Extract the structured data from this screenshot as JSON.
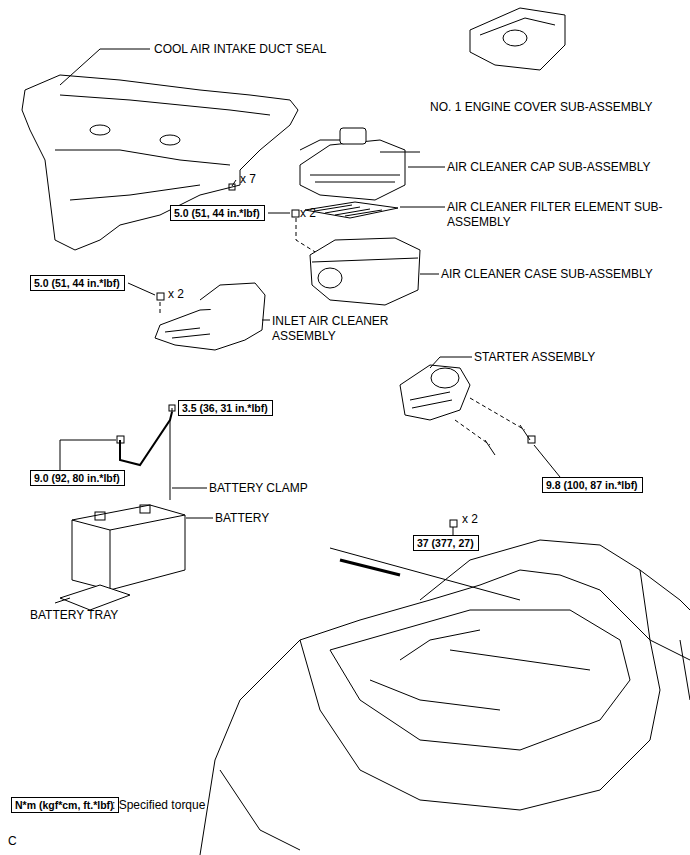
{
  "diagram": {
    "nodes": [
      {
        "text": [
          "5.0 (51, 44 in.*lbf)"
        ]
      },
      {
        "text": [
          "5.0 (51, 44 in.*lbf)"
        ]
      },
      {
        "text": [
          "3.5 (36, 31 in.*lbf)"
        ]
      },
      {
        "text": [
          "9.0 (92, 80 in.*lbf)"
        ]
      },
      {
        "text": [
          "9.8 (100, 87 in.*lbf)"
        ]
      },
      {
        "text": [
          "37 (377, 27)"
        ]
      },
      {
        "text": [
          "N*m (kgf*cm, ft.*lbf)"
        ]
      }
    ],
    "labels": [
      "COOL AIR INTAKE DUCT SEAL",
      "NO. 1 ENGINE COVER SUB-ASSEMBLY",
      "x 7",
      "AIR CLEANER CAP SUB-ASSEMBLY",
      "AIR CLEANER FILTER ELEMENT SUB-ASSEMBLY",
      "x 2",
      "AIR CLEANER CASE SUB-ASSEMBLY",
      "x 2",
      "INLET AIR CLEANER ASSEMBLY",
      "STARTER ASSEMBLY",
      "BATTERY CLAMP",
      "x 2",
      "BATTERY",
      "BATTERY TRAY",
      ": Specified torque",
      "C"
    ]
  }
}
